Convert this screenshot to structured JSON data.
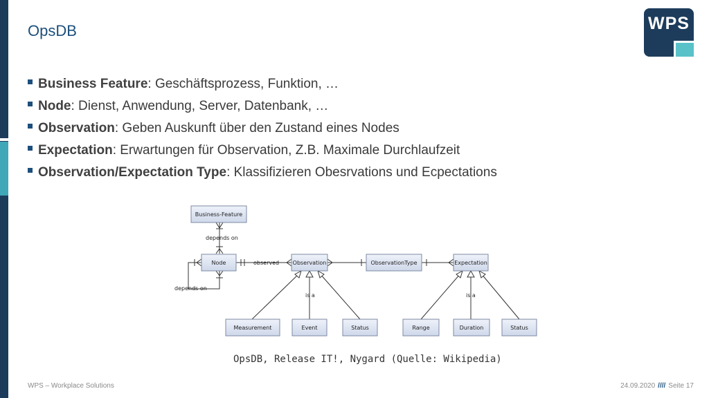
{
  "title": "OpsDB",
  "logo": {
    "text": "WPS",
    "colors": {
      "primary": "#1d3c5c",
      "accent": "#59c1c8"
    }
  },
  "bullets": [
    {
      "term": "Business Feature",
      "text": ": Geschäftsprozess, Funktion, …"
    },
    {
      "term": "Node",
      "text": ": Dienst, Anwendung, Server, Datenbank, …"
    },
    {
      "term": "Observation",
      "text": ": Geben Auskunft über den Zustand eines Nodes"
    },
    {
      "term": "Expectation",
      "text": ": Erwartungen für Observation, Z.B. Maximale Durchlaufzeit"
    },
    {
      "term": "Observation/Expectation Type",
      "text": ": Klassifizieren Obesrvations und Ecpectations"
    }
  ],
  "diagram": {
    "entities": {
      "business_feature": "Business-Feature",
      "node": "Node",
      "observation": "Observation",
      "observation_type": "ObservationType",
      "expectation": "Expectation",
      "measurement": "Measurement",
      "event": "Event",
      "status_obs": "Status",
      "range": "Range",
      "duration": "Duration",
      "status_exp": "Status"
    },
    "labels": {
      "depends_on_top": "depends on",
      "depends_on_self": "depends on",
      "observed": "observed",
      "is_a_obs": "is a",
      "is_a_exp": "is a"
    }
  },
  "caption": "OpsDB, Release IT!, Nygard (Quelle: Wikipedia)",
  "footer": {
    "left": "WPS – Workplace Solutions",
    "date": "24.09.2020",
    "separator": "////",
    "page": "Seite 17"
  }
}
